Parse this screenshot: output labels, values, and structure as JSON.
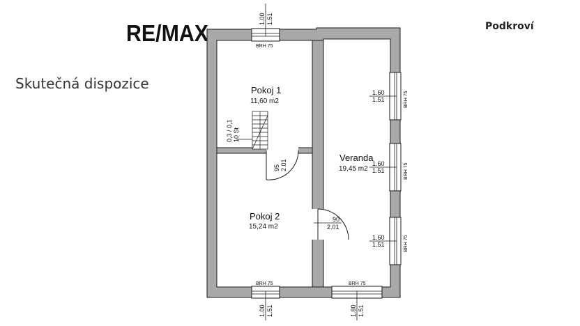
{
  "logo": {
    "text": "RE/MAX"
  },
  "header": {
    "subtitle": "Skutečná dispozice",
    "floor": "Podkroví"
  },
  "rooms": [
    {
      "name": "Pokoj 1",
      "area": "11,60 m2"
    },
    {
      "name": "Pokoj 2",
      "area": "15,24 m2"
    },
    {
      "name": "Veranda",
      "area": "19,45 m2"
    }
  ],
  "windows": {
    "top": {
      "w": "1.00",
      "h": "1.51",
      "brh": "BRH 75"
    },
    "bottom_left": {
      "w": "1.00",
      "h": "1.51",
      "brh": "BRH 75"
    },
    "bottom_right": {
      "w": "1.80",
      "h": "1.51",
      "brh": "BRH 75"
    },
    "right": [
      {
        "w": "1.60",
        "h": "1.51",
        "brh": "BRH 75"
      },
      {
        "w": "1.60",
        "h": "1.51",
        "brh": "BRH 75"
      },
      {
        "w": "1.60",
        "h": "1.51",
        "brh": "BRH 75"
      }
    ]
  },
  "doors": {
    "pokoj1": {
      "w": "95",
      "h": "2.01"
    },
    "pokoj2": {
      "w": "90",
      "h": "2.01"
    }
  },
  "stairs": {
    "label1": "0,3 / 0,1",
    "label2": "10 St"
  },
  "colors": {
    "wall": "#a9a9a9",
    "outline": "#1a1a1a",
    "logo": "#111111"
  }
}
